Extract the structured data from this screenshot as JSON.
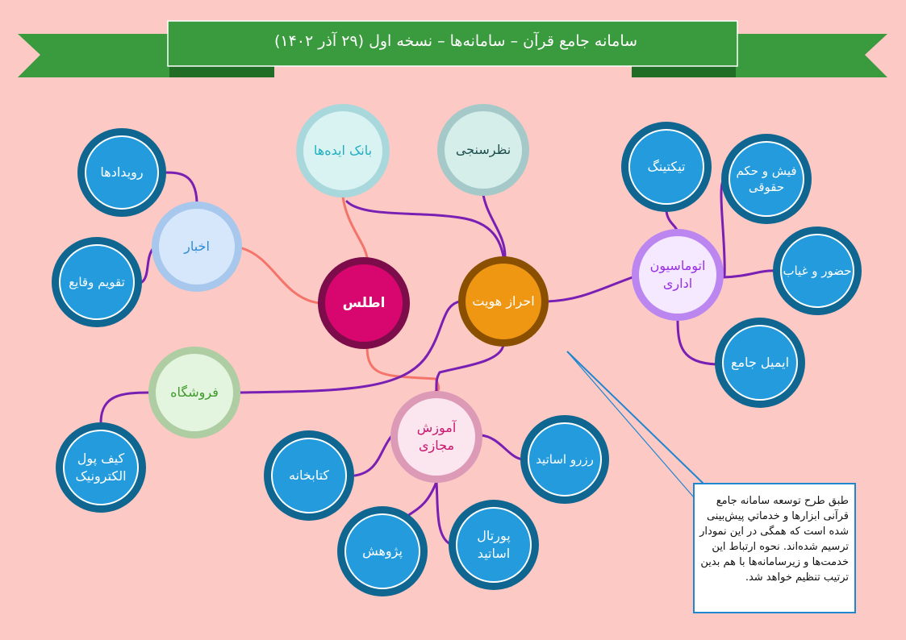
{
  "title": "سامانه جامع قرآن – سامانه‌ها – نسخه اول (۲۹ آذر ۱۴۰۲)",
  "colors": {
    "background": "#fcc9c5",
    "banner": "#3a9a3e",
    "banner_dark": "#226d26",
    "connector_purple": "#7a1fb3",
    "connector_coral": "#f4746a",
    "leaf_fill": "#239bdd",
    "leaf_ring": "#0f6690"
  },
  "nodes": {
    "atlas": "اطلس",
    "ehraz": "احراز هویت",
    "akhbar": "اخبار",
    "foroshgah": "فروشگاه",
    "amoozesh": "آموزش\nمجازی",
    "automation": "اتوماسیون\nاداری",
    "bank": "بانک ایده‌ها",
    "nazar": "نظرسنجی"
  },
  "leaves": {
    "roydadha": "رویدادها",
    "taghvim": "تقویم وقایع",
    "kif": "کیف پول\nالکترونیک",
    "ketabkhane": "کتابخانه",
    "pajoohesh": "پژوهش",
    "portal": "پورتال\nاساتید",
    "rezerv": "رزرو اساتید",
    "ticketing": "تیکتینگ",
    "fish": "فیش و حکم\nحقوقی",
    "hozoor": "حضور و غیاب",
    "email": "ایمیل جامع"
  },
  "callout": "طبق طرح توسعه سامانه جامع قرآنی ابزارها و خدماتي پيش‌بينی شده است که همگی در این نمودار ترسیم شده‌اند. نحوه ارتباط این خدمت‌ها و زیرسامانه‌ها با هم بدین ترتیب تنظیم خواهد شد."
}
